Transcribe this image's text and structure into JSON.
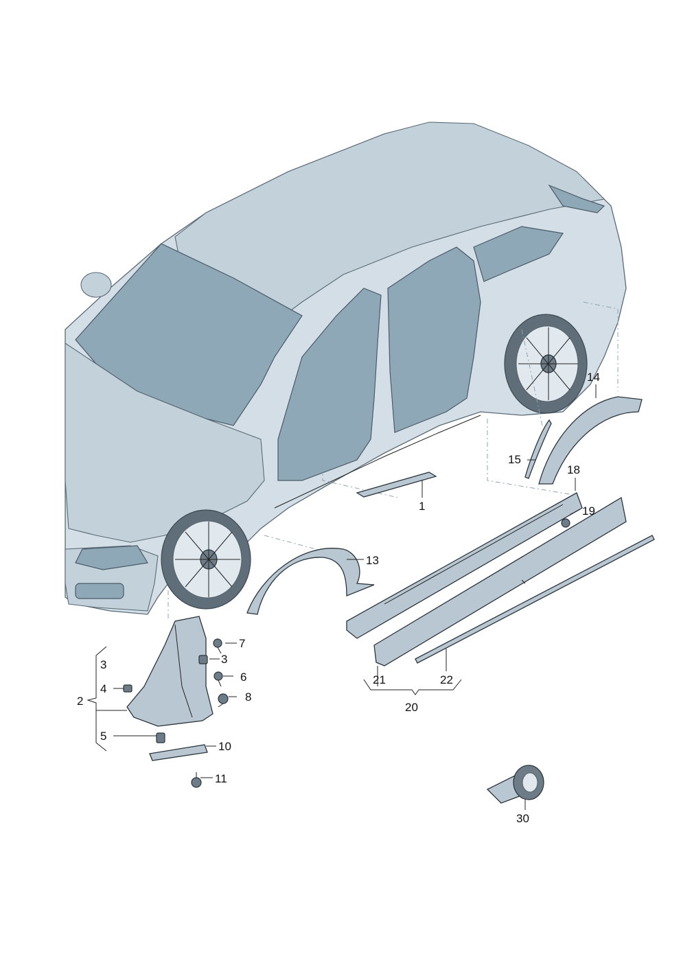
{
  "diagram": {
    "labels": [
      {
        "id": "1",
        "text": "1"
      },
      {
        "id": "2",
        "text": "2"
      },
      {
        "id": "3a",
        "text": "3"
      },
      {
        "id": "3b",
        "text": "3"
      },
      {
        "id": "4",
        "text": "4"
      },
      {
        "id": "5",
        "text": "5"
      },
      {
        "id": "6",
        "text": "6"
      },
      {
        "id": "7",
        "text": "7"
      },
      {
        "id": "8",
        "text": "8"
      },
      {
        "id": "10",
        "text": "10"
      },
      {
        "id": "11",
        "text": "11"
      },
      {
        "id": "13",
        "text": "13"
      },
      {
        "id": "14",
        "text": "14"
      },
      {
        "id": "15",
        "text": "15"
      },
      {
        "id": "18",
        "text": "18"
      },
      {
        "id": "19",
        "text": "19"
      },
      {
        "id": "20",
        "text": "20"
      },
      {
        "id": "21",
        "text": "21"
      },
      {
        "id": "22",
        "text": "22"
      },
      {
        "id": "30",
        "text": "30"
      }
    ]
  }
}
